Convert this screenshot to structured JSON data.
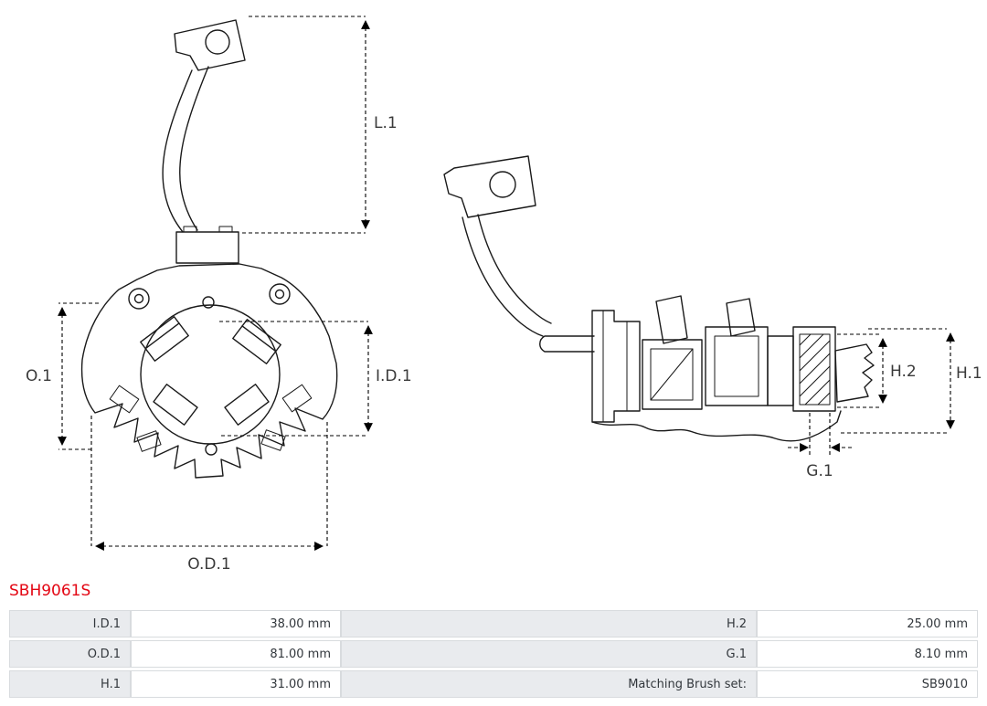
{
  "part_number": "SBH9061S",
  "colors": {
    "part_number_red": "#e30613",
    "drawing_line": "#1a1a1a",
    "table_label_bg": "#e9ebee",
    "table_value_bg": "#ffffff",
    "table_border": "#d8dbde",
    "table_text": "#32373c"
  },
  "diagram": {
    "description": "Two-view technical line drawing of starter brush holder with dimension callouts",
    "dim_labels": {
      "l1": "L.1",
      "o1": "O.1",
      "id1": "I.D.1",
      "od1": "O.D.1",
      "h2": "H.2",
      "h1": "H.1",
      "g1": "G.1"
    }
  },
  "table": {
    "rows": [
      {
        "label1": "I.D.1",
        "value1": "38.00 mm",
        "label2": "H.2",
        "value2": "25.00 mm"
      },
      {
        "label1": "O.D.1",
        "value1": "81.00 mm",
        "label2": "G.1",
        "value2": "8.10 mm"
      },
      {
        "label1": "H.1",
        "value1": "31.00 mm",
        "label2": "Matching Brush set:",
        "value2": "SB9010"
      }
    ]
  }
}
